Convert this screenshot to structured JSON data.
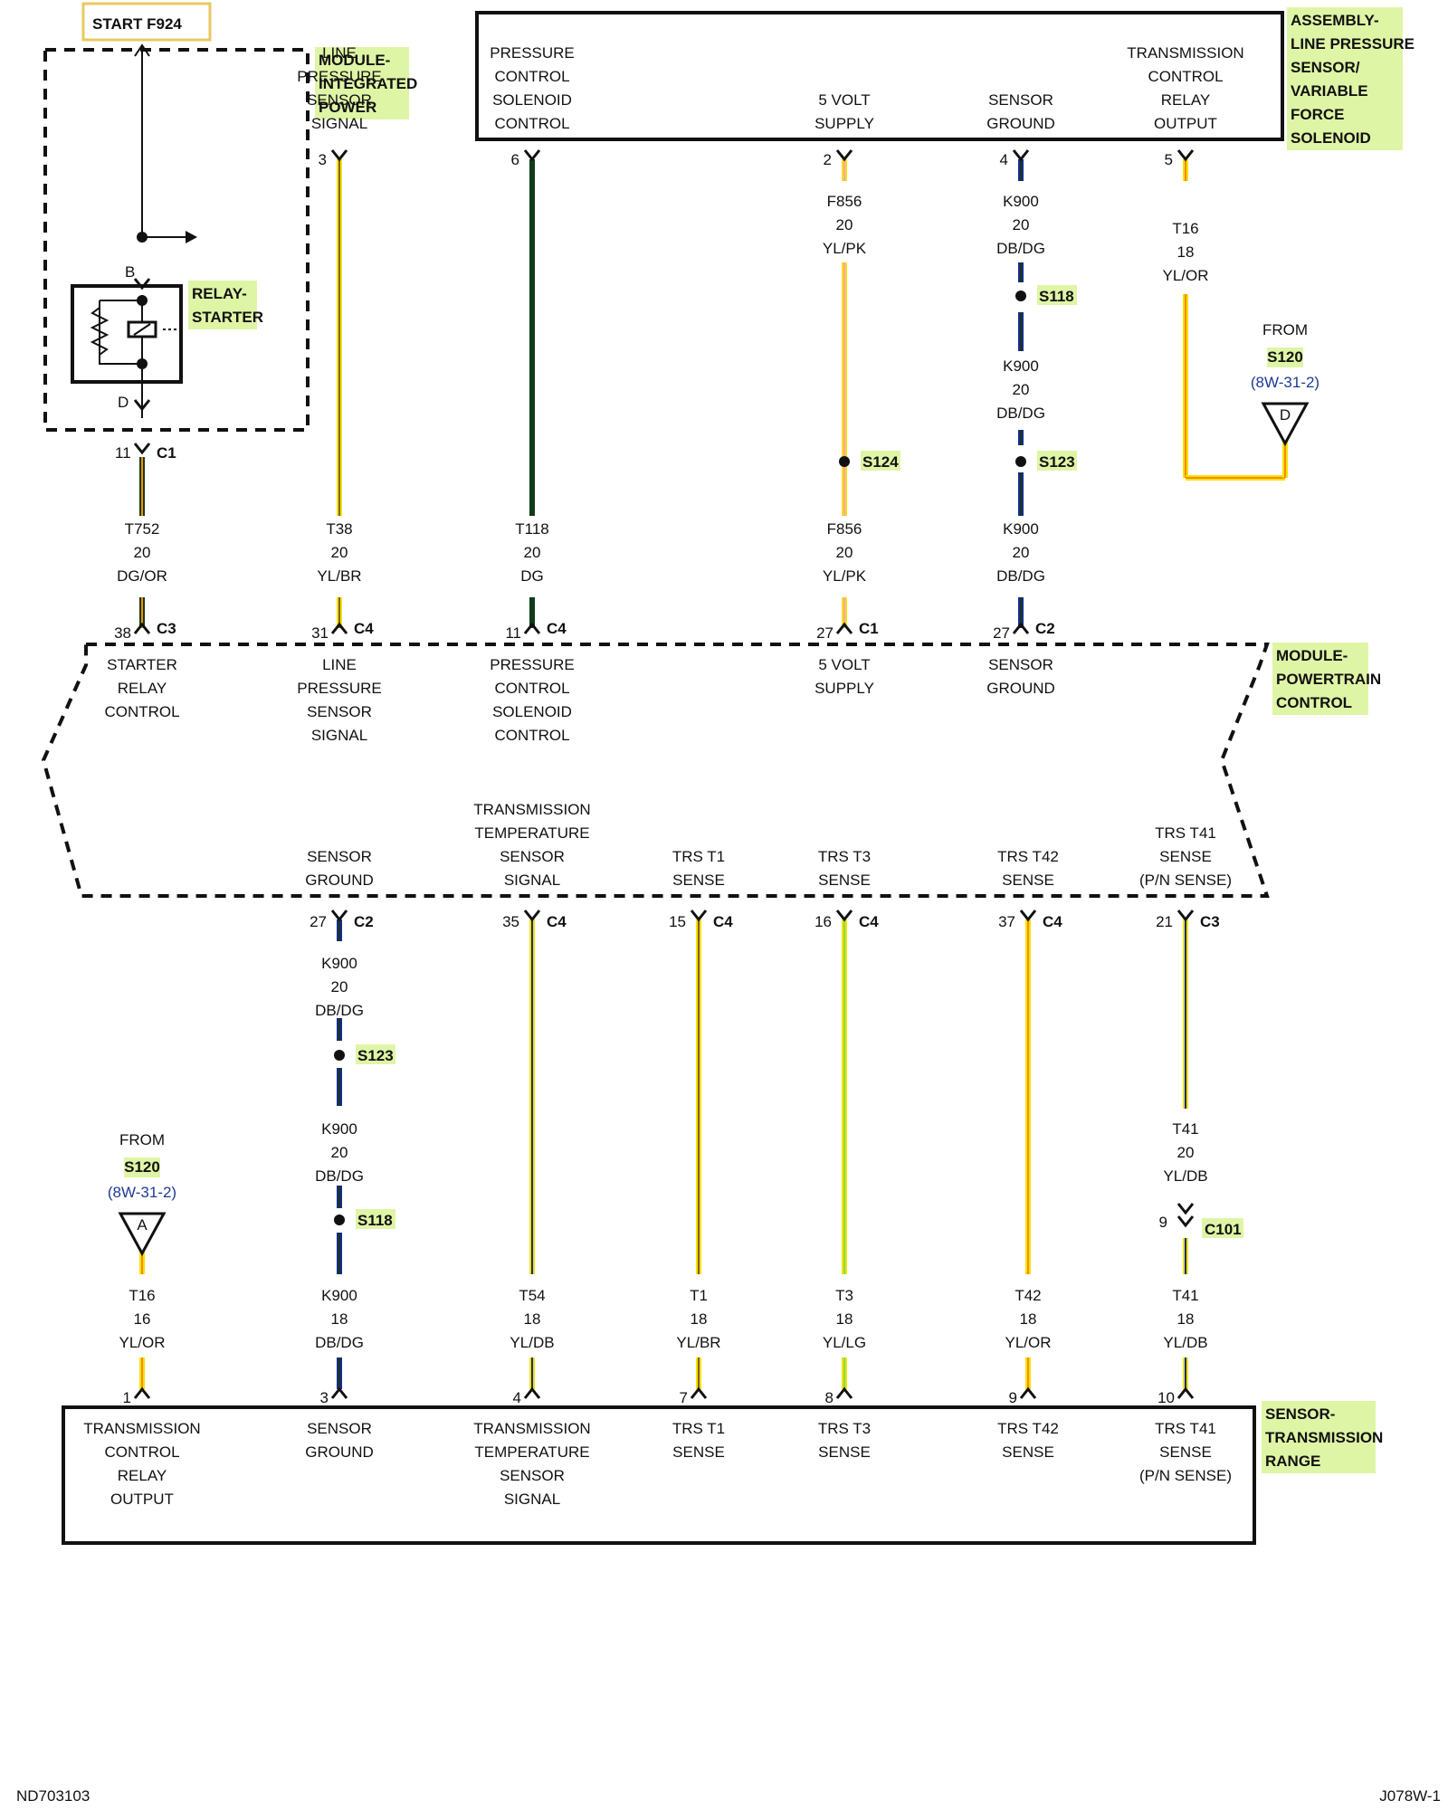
{
  "start_tag": "START F924",
  "footer": {
    "left": "ND703103",
    "right": "J078W-1"
  },
  "colors": {
    "YL": "#f2e200",
    "DG": "#0f3b1a",
    "BR": "#8a5a1e",
    "PK": "#ff9fc0",
    "DB": "#1a2a8a",
    "OR": "#ff8a00",
    "LG": "#7fe04a",
    "BK": "#111111",
    "highlight": "#dff5a6",
    "ref": "#1f3a93"
  },
  "components": {
    "tipm": {
      "title": [
        "MODULE-",
        "INTEGRATED",
        "POWER"
      ]
    },
    "relay": {
      "title": [
        "RELAY-",
        "STARTER"
      ],
      "pin_b": "B",
      "pin_d": "D"
    },
    "lps": {
      "title": [
        "ASSEMBLY-",
        "LINE PRESSURE",
        "SENSOR/",
        "VARIABLE",
        "FORCE",
        "SOLENOID"
      ]
    },
    "pcm": {
      "title": [
        "MODULE-",
        "POWERTRAIN",
        "CONTROL"
      ]
    },
    "trs": {
      "title": [
        "SENSOR-",
        "TRANSMISSION",
        "RANGE"
      ]
    }
  },
  "lps_pins": [
    {
      "label": [
        "LINE",
        "PRESSURE",
        "SENSOR",
        "SIGNAL"
      ],
      "pin": "3"
    },
    {
      "label": [
        "PRESSURE",
        "CONTROL",
        "SOLENOID",
        "CONTROL"
      ],
      "pin": "6"
    },
    {
      "label": [
        "5 VOLT",
        "SUPPLY"
      ],
      "pin": "2"
    },
    {
      "label": [
        "SENSOR",
        "GROUND"
      ],
      "pin": "4"
    },
    {
      "label": [
        "TRANSMISSION",
        "CONTROL",
        "RELAY",
        "OUTPUT"
      ],
      "pin": "5"
    }
  ],
  "pcm_top_pins": [
    {
      "label": [
        "STARTER",
        "RELAY",
        "CONTROL"
      ],
      "pin": "38",
      "conn": "C3"
    },
    {
      "label": [
        "LINE",
        "PRESSURE",
        "SENSOR",
        "SIGNAL"
      ],
      "pin": "31",
      "conn": "C4"
    },
    {
      "label": [
        "PRESSURE",
        "CONTROL",
        "SOLENOID",
        "CONTROL"
      ],
      "pin": "11",
      "conn": "C4"
    },
    {
      "label": [
        "5 VOLT",
        "SUPPLY"
      ],
      "pin": "27",
      "conn": "C1"
    },
    {
      "label": [
        "SENSOR",
        "GROUND"
      ],
      "pin": "27",
      "conn": "C2"
    }
  ],
  "pcm_bottom_pins": [
    {
      "label": [
        "SENSOR",
        "GROUND"
      ],
      "pin": "27",
      "conn": "C2"
    },
    {
      "label": [
        "TRANSMISSION",
        "TEMPERATURE",
        "SENSOR",
        "SIGNAL"
      ],
      "pin": "35",
      "conn": "C4"
    },
    {
      "label": [
        "TRS T1",
        "SENSE"
      ],
      "pin": "15",
      "conn": "C4"
    },
    {
      "label": [
        "TRS T3",
        "SENSE"
      ],
      "pin": "16",
      "conn": "C4"
    },
    {
      "label": [
        "TRS T42",
        "SENSE"
      ],
      "pin": "37",
      "conn": "C4"
    },
    {
      "label": [
        "TRS T41",
        "SENSE",
        "(P/N SENSE)"
      ],
      "pin": "21",
      "conn": "C3"
    }
  ],
  "trs_pins": [
    {
      "label": [
        "TRANSMISSION",
        "CONTROL",
        "RELAY",
        "OUTPUT"
      ],
      "pin": "1"
    },
    {
      "label": [
        "SENSOR",
        "GROUND"
      ],
      "pin": "3"
    },
    {
      "label": [
        "TRANSMISSION",
        "TEMPERATURE",
        "SENSOR",
        "SIGNAL"
      ],
      "pin": "4"
    },
    {
      "label": [
        "TRS T1",
        "SENSE"
      ],
      "pin": "7"
    },
    {
      "label": [
        "TRS T3",
        "SENSE"
      ],
      "pin": "8"
    },
    {
      "label": [
        "TRS T42",
        "SENSE"
      ],
      "pin": "9"
    },
    {
      "label": [
        "TRS T41",
        "SENSE",
        "(P/N SENSE)"
      ],
      "pin": "10"
    }
  ],
  "tipm_c1": {
    "pin": "11",
    "conn": "C1"
  },
  "wire_labels": {
    "starter": [
      "T752",
      "20",
      "DG/OR"
    ],
    "t38": [
      "T38",
      "20",
      "YL/BR"
    ],
    "t118": [
      "T118",
      "20",
      "DG"
    ],
    "f856_a": [
      "F856",
      "20",
      "YL/PK"
    ],
    "f856_b": [
      "F856",
      "20",
      "YL/PK"
    ],
    "k900_a": [
      "K900",
      "20",
      "DB/DG"
    ],
    "k900_b": [
      "K900",
      "20",
      "DB/DG"
    ],
    "k900_c": [
      "K900",
      "20",
      "DB/DG"
    ],
    "t16_a": [
      "T16",
      "18",
      "YL/OR"
    ],
    "k900_d": [
      "K900",
      "20",
      "DB/DG"
    ],
    "k900_e": [
      "K900",
      "20",
      "DB/DG"
    ],
    "k900_f": [
      "K900",
      "18",
      "DB/DG"
    ],
    "t41_a": [
      "T41",
      "20",
      "YL/DB"
    ],
    "t16_b": [
      "T16",
      "16",
      "YL/OR"
    ],
    "t54": [
      "T54",
      "18",
      "YL/DB"
    ],
    "t1": [
      "T1",
      "18",
      "YL/BR"
    ],
    "t3": [
      "T3",
      "18",
      "YL/LG"
    ],
    "t42": [
      "T42",
      "18",
      "YL/OR"
    ],
    "t41_b": [
      "T41",
      "18",
      "YL/DB"
    ]
  },
  "splices": {
    "s118_top": "S118",
    "s124": "S124",
    "s123_top": "S123",
    "s123_bot": "S123",
    "s118_bot": "S118"
  },
  "c101": {
    "pin": "9",
    "conn": "C101"
  },
  "offpage": [
    {
      "from": "FROM",
      "splice": "S120",
      "ref": "(8W-31-2)",
      "letter": "D"
    },
    {
      "from": "FROM",
      "splice": "S120",
      "ref": "(8W-31-2)",
      "letter": "A"
    }
  ]
}
